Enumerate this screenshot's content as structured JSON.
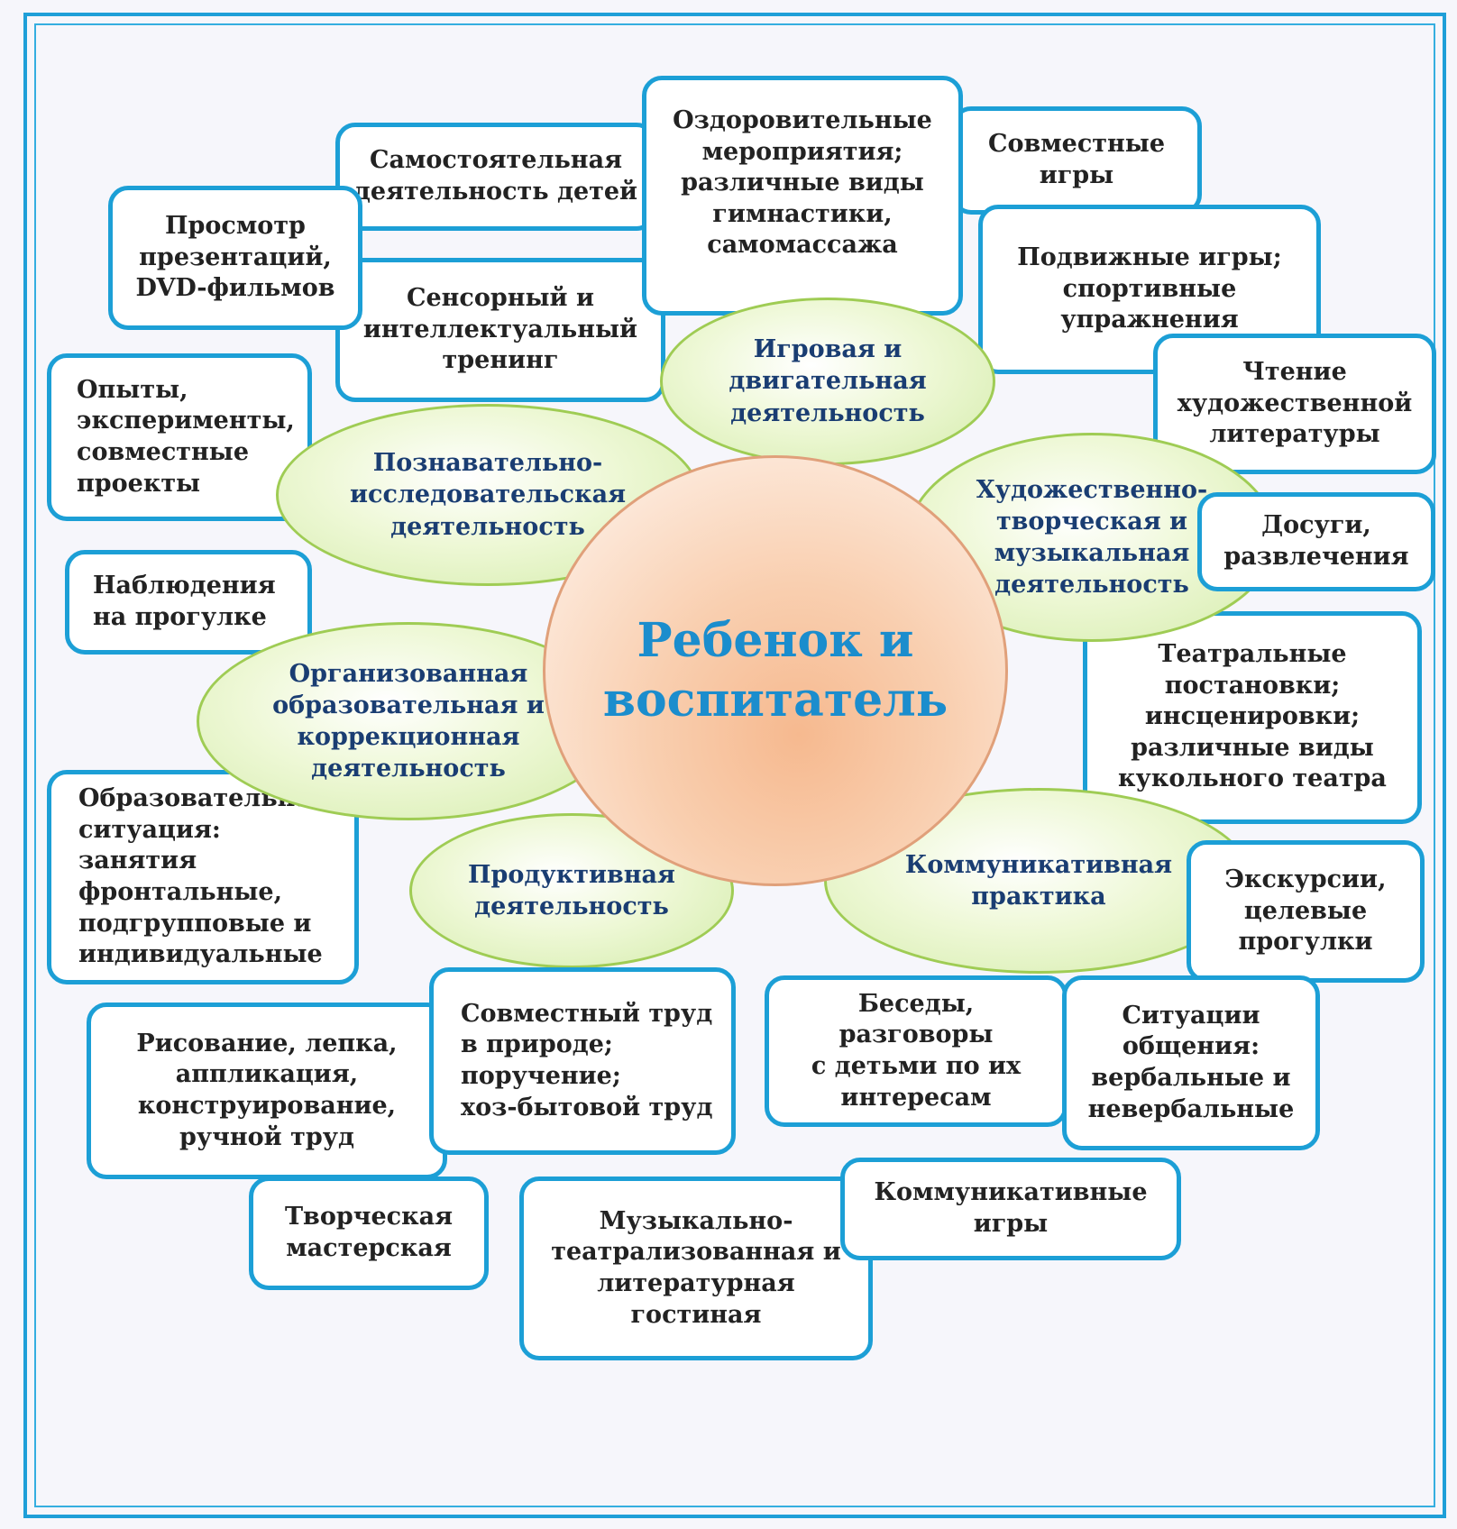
{
  "center": "Ребенок и\nвоспитатель",
  "ovals": {
    "game": "Игровая и\nдвигательная\nдеятельность",
    "cognitive": "Познавательно-\nисследовательская\nдеятельность",
    "artistic": "Художественно-\nтворческая и\nмузыкальная\nдеятельность",
    "organized": "Организованная\nобразовательная  и\nкоррекционная\nдеятельность",
    "productive": "Продуктивная\nдеятельность",
    "communicative": "Коммуникативная\nпрактика"
  },
  "boxes": {
    "independent": "Самостоятельная\nдеятельность детей",
    "health": "Оздоровительные\nмероприятия;\nразличные виды\nгимнастики,\nсамомассажа",
    "joint_games": "Совместные\nигры",
    "presentations": "Просмотр\nпрезентаций,\nDVD-фильмов",
    "outdoor_games": "Подвижные игры;\nспортивные\nупражнения",
    "sensory": "Сенсорный и\nинтеллектуальный\nтренинг",
    "reading": "Чтение\nхудожественной\nлитературы",
    "experiments": "Опыты,\nэксперименты,\nсовместные\nпроекты",
    "leisure": "Досуги,\nразвлечения",
    "observation": "Наблюдения\nна прогулке",
    "theatre": "Театральные\nпостановки;\nинсценировки;\nразличные виды\nкукольного театра",
    "edu_situation": "Образовательная\nситуация: занятия\nфронтальные,\nподгрупповые и\nиндивидуальные",
    "excursions": "Экскурсии,\nцелевые\nпрогулки",
    "drawing": "Рисование, лепка,\nаппликация,\nконструирование,\nручной труд",
    "labour": "Совместный труд\nв природе;\nпоручение;\nхоз-бытовой труд",
    "conversations": "Беседы,  разговоры\nс детьми по их\nинтересам",
    "comm_situations": "Ситуации\nобщения:\nвербальные и\nневербальные",
    "workshop": "Творческая\nмастерская",
    "music_lounge": "Музыкально-\nтеатрализованная и\nлитературная\nгостиная",
    "comm_games": "Коммуникативные\nигры"
  },
  "colors": {
    "box_border": "#1c9fd6",
    "oval_border": "#9fcc54",
    "oval_text": "#1a3d72",
    "center_text": "#1b8dcd",
    "center_fill": "#f6b98f"
  }
}
